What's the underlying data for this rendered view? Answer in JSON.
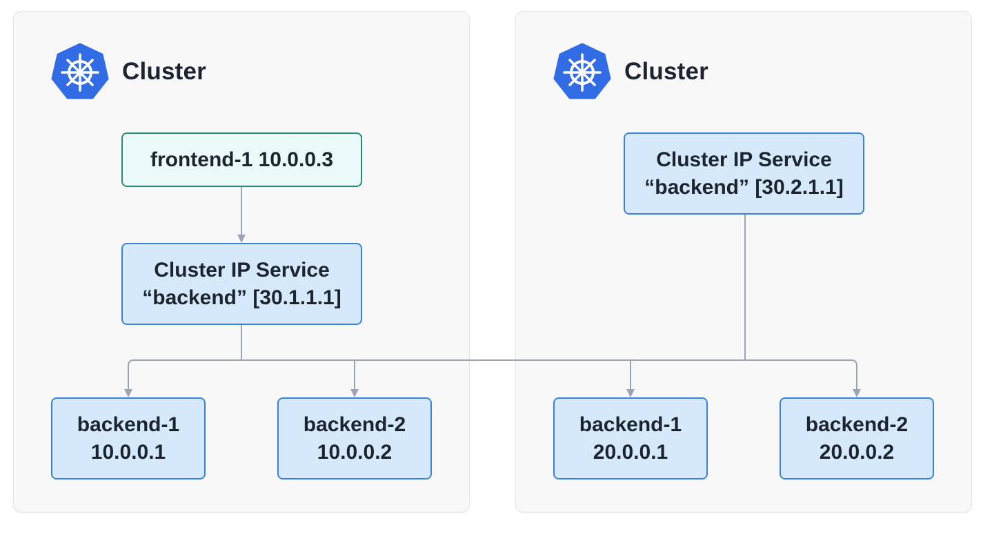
{
  "clusters": [
    {
      "title": "Cluster",
      "pod": {
        "label": "frontend-1 10.0.0.3"
      },
      "service": {
        "line1": "Cluster IP Service",
        "line2": "“backend” [30.1.1.1]"
      },
      "backends": [
        {
          "name": "backend-1",
          "ip": "10.0.0.1"
        },
        {
          "name": "backend-2",
          "ip": "10.0.0.2"
        }
      ]
    },
    {
      "title": "Cluster",
      "service": {
        "line1": "Cluster IP Service",
        "line2": "“backend” [30.2.1.1]"
      },
      "backends": [
        {
          "name": "backend-1",
          "ip": "20.0.0.1"
        },
        {
          "name": "backend-2",
          "ip": "20.0.0.2"
        }
      ]
    }
  ],
  "colors": {
    "kubernetes_logo": "#326ce5",
    "service_fill": "#d6e9fb",
    "service_border": "#3b82d6",
    "pod_fill": "#eafaf9",
    "pod_border": "#2e8b79",
    "connector": "#9aa4b2",
    "panel_fill": "#f8f8f8"
  },
  "icons": [
    "kubernetes-logo-icon"
  ]
}
